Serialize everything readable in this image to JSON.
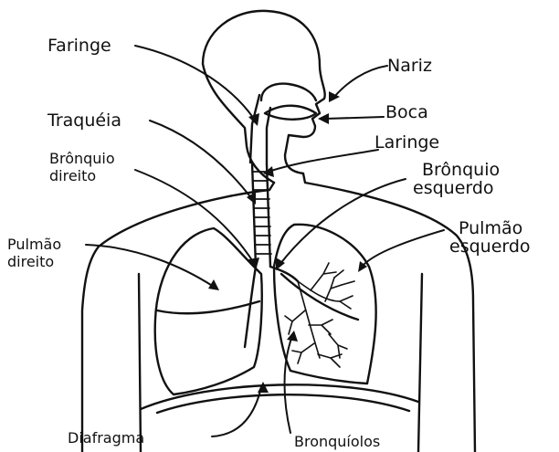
{
  "diagram": {
    "labels": {
      "faringe": "Faringe",
      "nariz": "Nariz",
      "boca": "Boca",
      "traqueia": "Traquéia",
      "laringe": "Laringe",
      "bronquio_direito_1": "Brônquio",
      "bronquio_direito_2": "direito",
      "bronquio_esquerdo_1": "Brônquio",
      "bronquio_esquerdo_2": "esquerdo",
      "pulmao_direito_1": "Pulmão",
      "pulmao_direito_2": "direito",
      "pulmao_esquerdo_1": "Pulmão",
      "pulmao_esquerdo_2": "esquerdo",
      "diafragma": "Diafragma",
      "bronquiolos": "Bronquíolos"
    },
    "colors": {
      "ink": "#111111",
      "paper": "#ffffff"
    }
  }
}
